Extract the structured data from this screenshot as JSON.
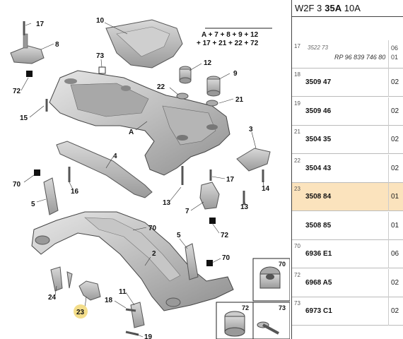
{
  "diagram": {
    "formula_line1": "A + 7 + 8 + 9 + 12",
    "formula_line2": "+ 17 + 21 + 22 + 72",
    "labels": {
      "l17a": "17",
      "l8": "8",
      "l72a": "72",
      "l15": "15",
      "l10": "10",
      "l73a": "73",
      "l12": "12",
      "l9": "9",
      "l22": "22",
      "l21": "21",
      "lA": "A",
      "l3": "3",
      "l4": "4",
      "l70a": "70",
      "l16": "16",
      "l5a": "5",
      "l13a": "13",
      "l17b": "17",
      "l7": "7",
      "l72b": "72",
      "l14": "14",
      "l13b": "13",
      "l70b": "70",
      "l2": "2",
      "l5b": "5",
      "l70c": "70",
      "l24": "24",
      "l23": "23",
      "l18": "18",
      "l11": "11",
      "l19": "19",
      "l70d": "70",
      "l72c": "72",
      "l73b": "73"
    }
  },
  "panel": {
    "title_prefix": "W2F 3",
    "title_bold": "35A",
    "title_suffix": "10A",
    "first_row": {
      "ref": "17",
      "sub": "3522 73",
      "rp": "RP 96 839 746 80",
      "qty1": "06",
      "qty2": "01"
    },
    "rows": [
      {
        "ref": "18",
        "code": "3509 47",
        "qty": "02",
        "highlighted": false
      },
      {
        "ref": "19",
        "code": "3509 46",
        "qty": "02",
        "highlighted": false
      },
      {
        "ref": "21",
        "code": "3504 35",
        "qty": "02",
        "highlighted": false
      },
      {
        "ref": "22",
        "code": "3504 43",
        "qty": "02",
        "highlighted": false
      },
      {
        "ref": "23",
        "code": "3508 84",
        "qty": "01",
        "highlighted": true
      },
      {
        "ref": "",
        "code": "3508 85",
        "qty": "01",
        "highlighted": false
      },
      {
        "ref": "70",
        "code": "6936 E1",
        "qty": "06",
        "highlighted": false
      },
      {
        "ref": "72",
        "code": "6968 A5",
        "qty": "02",
        "highlighted": false
      },
      {
        "ref": "73",
        "code": "6973 C1",
        "qty": "02",
        "highlighted": false
      }
    ],
    "highlight_color": "#fbe3bd"
  }
}
